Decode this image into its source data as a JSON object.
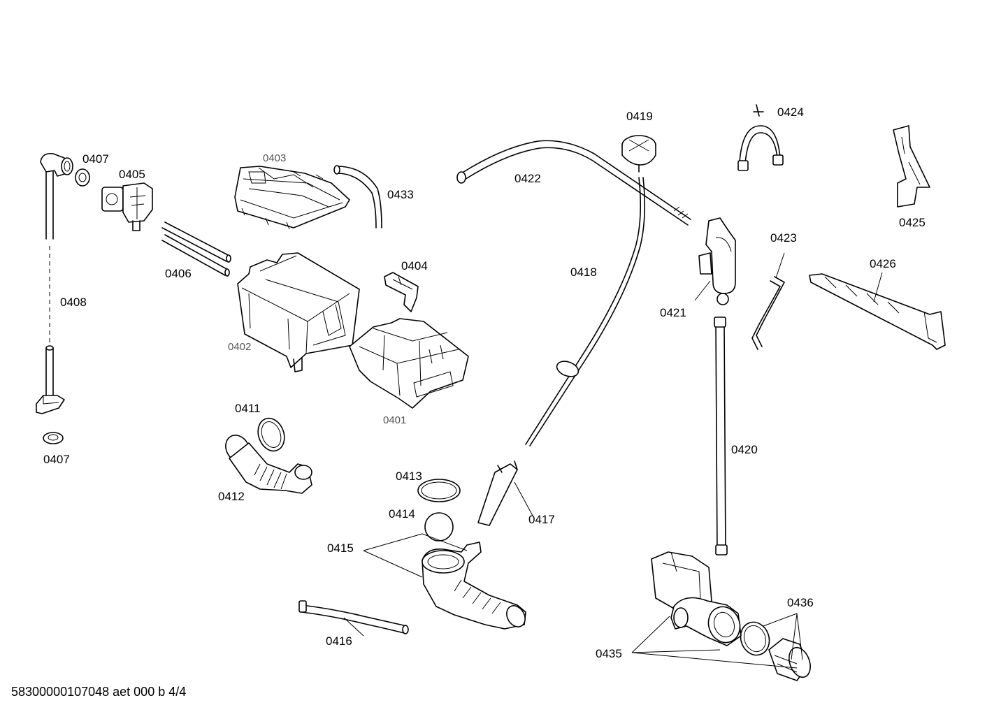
{
  "labels": {
    "p0401": "0401",
    "p0402": "0402",
    "p0403": "0403",
    "p0404": "0404",
    "p0405": "0405",
    "p0406": "0406",
    "p0407a": "0407",
    "p0407b": "0407",
    "p0408": "0408",
    "p0411": "0411",
    "p0412": "0412",
    "p0413": "0413",
    "p0414": "0414",
    "p0415": "0415",
    "p0416": "0416",
    "p0417": "0417",
    "p0418": "0418",
    "p0419": "0419",
    "p0420": "0420",
    "p0421": "0421",
    "p0422": "0422",
    "p0423": "0423",
    "p0424": "0424",
    "p0425": "0425",
    "p0426": "0426",
    "p0433": "0433",
    "p0435": "0435",
    "p0436": "0436"
  },
  "footer": {
    "code": "58300000107048 aet 000 b 4/4"
  }
}
